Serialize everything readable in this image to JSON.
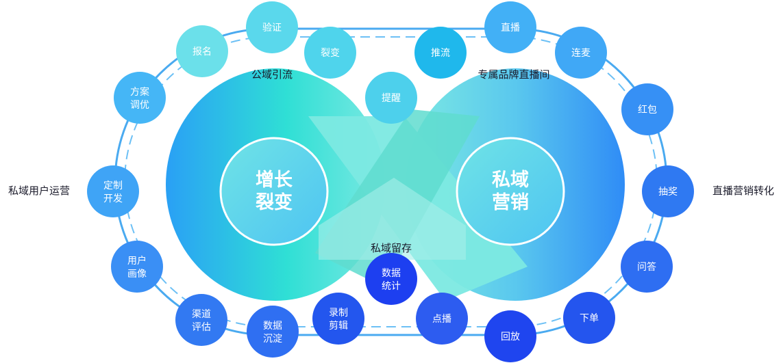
{
  "title_labels": {
    "public_traffic": "公域引流",
    "brand_live_room": "专属品牌直播间",
    "private_user_ops": "私域用户运营",
    "live_conversion": "直播营销转化",
    "private_retention": "私域留存"
  },
  "core": {
    "left": [
      "增长",
      "裂变"
    ],
    "right": [
      "私域",
      "营销"
    ]
  },
  "nodes": [
    {
      "lines": [
        "验证"
      ]
    },
    {
      "lines": [
        "报名"
      ]
    },
    {
      "lines": [
        "裂变"
      ]
    },
    {
      "lines": [
        "方案",
        "调优"
      ]
    },
    {
      "lines": [
        "定制",
        "开发"
      ]
    },
    {
      "lines": [
        "用户",
        "画像"
      ]
    },
    {
      "lines": [
        "渠道",
        "评估"
      ]
    },
    {
      "lines": [
        "数据",
        "沉淀"
      ]
    },
    {
      "lines": [
        "录制",
        "剪辑"
      ]
    },
    {
      "lines": [
        "数据",
        "统计"
      ]
    },
    {
      "lines": [
        "提醒"
      ]
    },
    {
      "lines": [
        "推流"
      ]
    },
    {
      "lines": [
        "直播"
      ]
    },
    {
      "lines": [
        "连麦"
      ]
    },
    {
      "lines": [
        "红包"
      ]
    },
    {
      "lines": [
        "抽奖"
      ]
    },
    {
      "lines": [
        "问答"
      ]
    },
    {
      "lines": [
        "下单"
      ]
    },
    {
      "lines": [
        "回放"
      ]
    },
    {
      "lines": [
        "点播"
      ]
    }
  ],
  "colors": {
    "cyan": "#2fdcd6",
    "blue": "#2f8cf6",
    "deep_blue": "#2146ee",
    "ring": "#4aaaf0"
  }
}
